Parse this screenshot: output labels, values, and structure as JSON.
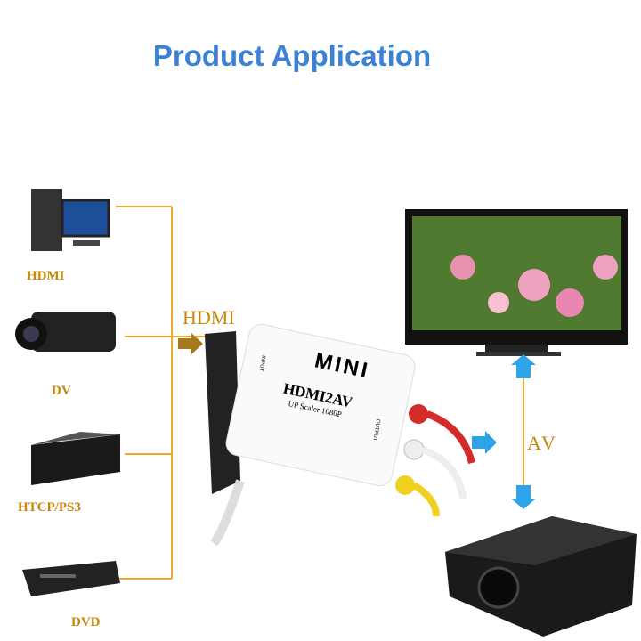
{
  "title": "Product Application",
  "sources": [
    {
      "label": "HDMI",
      "icon": "computer-icon"
    },
    {
      "label": "DV",
      "icon": "camcorder-icon"
    },
    {
      "label": "HTCP/PS3",
      "icon": "game-console-icon"
    },
    {
      "label": "DVD",
      "icon": "dvd-player-icon"
    }
  ],
  "input_label": "HDMI",
  "output_label": "AV",
  "adapter": {
    "brand": "MINI",
    "model": "HDMI2AV",
    "subtitle": "UP Scaler 1080P",
    "input_port": "INPUT",
    "output_port": "OUTPUT"
  },
  "colors": {
    "title": "#3b82d6",
    "labels": "#c8860b",
    "lines": "#f0a830",
    "arrows": "#2ea3e8"
  }
}
